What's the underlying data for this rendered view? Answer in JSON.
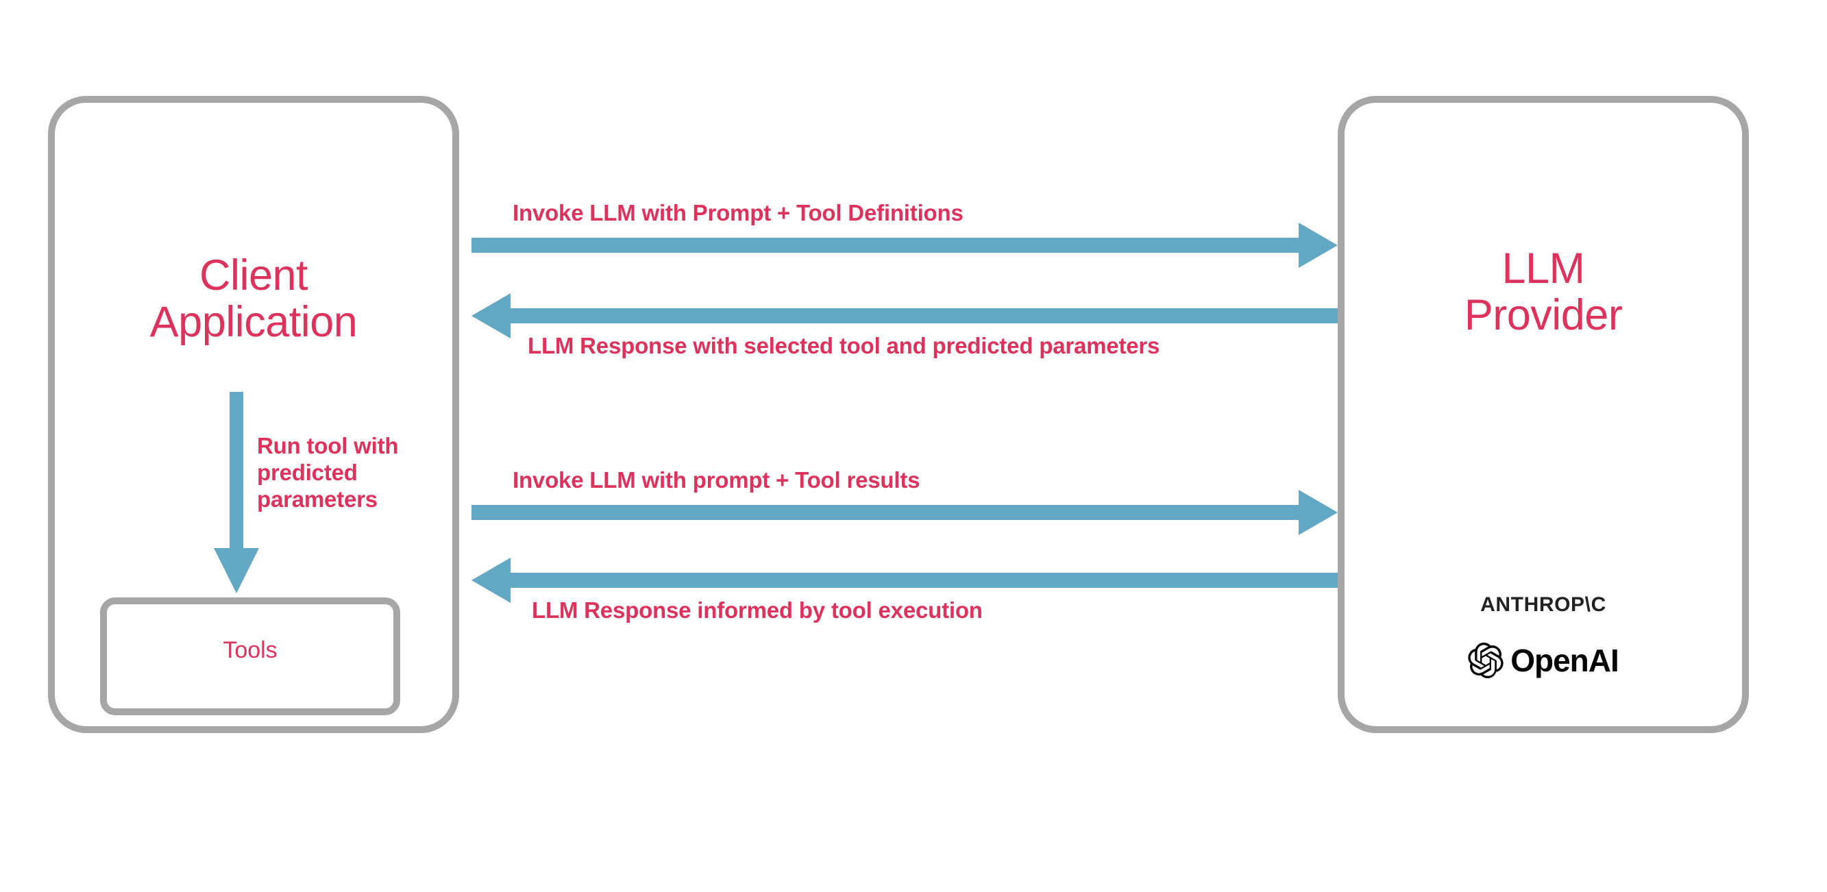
{
  "diagram": {
    "title": "LLM tool-calling sequence between client application and LLM provider",
    "colors": {
      "accent_text": "#dc325c",
      "arrow": "#62a8c4",
      "box_border": "#a6a6a6",
      "logo_text": "#111111",
      "background": "#ffffff"
    },
    "nodes": {
      "client": {
        "title_line_1": "Client",
        "title_line_2": "Application",
        "inner": {
          "tools_label": "Tools"
        }
      },
      "provider": {
        "title_line_1": "LLM",
        "title_line_2": "Provider",
        "logos": [
          {
            "name": "anthropic-wordmark",
            "text": "ANTHROP\\C"
          },
          {
            "name": "openai-wordmark",
            "text": "OpenAI"
          }
        ]
      }
    },
    "flows": [
      {
        "id": "invoke-1",
        "label": "Invoke LLM with Prompt + Tool Definitions",
        "direction": "client-to-provider"
      },
      {
        "id": "response-1",
        "label": "LLM Response with selected tool and predicted parameters",
        "direction": "provider-to-client"
      },
      {
        "id": "invoke-2",
        "label": "Invoke LLM with prompt + Tool results",
        "direction": "client-to-provider"
      },
      {
        "id": "response-2",
        "label": "LLM Response informed by tool execution",
        "direction": "provider-to-client"
      }
    ],
    "internal_flow": {
      "id": "run-tool",
      "label": "Run tool with predicted parameters",
      "direction": "client-to-tools"
    }
  }
}
